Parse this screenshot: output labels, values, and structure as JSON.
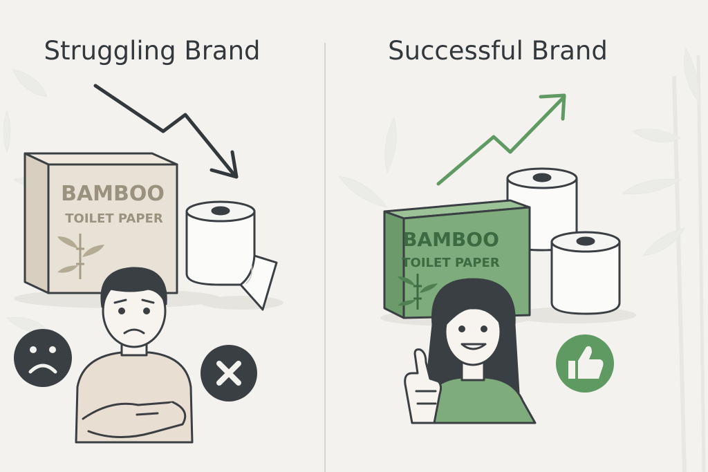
{
  "panels": {
    "left": {
      "title": "Struggling Brand",
      "box_brand": "BAMBOO",
      "box_product": "TOILET PAPER",
      "trend": "down"
    },
    "right": {
      "title": "Successful Brand",
      "box_brand": "BAMBOO",
      "box_product": "TOILET PAPER",
      "trend": "up"
    }
  },
  "colors": {
    "background": "#f3f2ef",
    "ink": "#33383c",
    "box_left": "#e8e1d6",
    "box_right": "#7fac7c",
    "green": "#5f9a63",
    "dark_badge": "#3a3f43"
  },
  "icons": {
    "left": [
      "sad-face-icon",
      "x-mark-icon",
      "down-trend-arrow-icon",
      "bamboo-icon"
    ],
    "right": [
      "thumbs-up-icon",
      "up-trend-arrow-icon",
      "bamboo-icon"
    ]
  }
}
